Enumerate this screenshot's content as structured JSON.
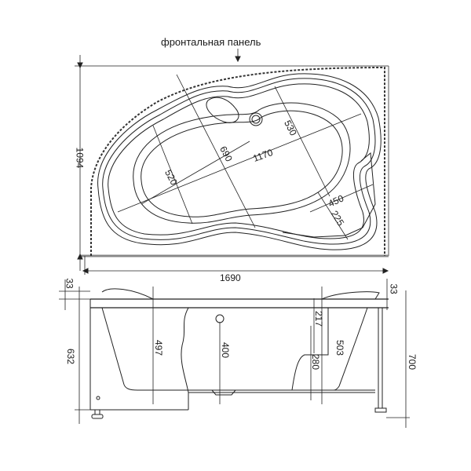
{
  "diagram": {
    "type": "bathtub technical drawing",
    "top_view": {
      "label_front_panel": "фронтальная панель",
      "dimensions": {
        "overall_width": "1690",
        "overall_depth": "1094",
        "inner_length": "1170",
        "inner_width_center": "690",
        "inner_width_left": "520",
        "inner_width_right": "530",
        "seat_width": "450",
        "seat_depth": "225"
      }
    },
    "side_view": {
      "dimensions": {
        "rim_left": "33",
        "rim_right": "33",
        "height_with_legs_left": "632",
        "depth_left": "497",
        "drain_height": "400",
        "seat_drop": "217",
        "seat_height": "280",
        "depth_right": "503",
        "overall_height": "700"
      }
    }
  }
}
